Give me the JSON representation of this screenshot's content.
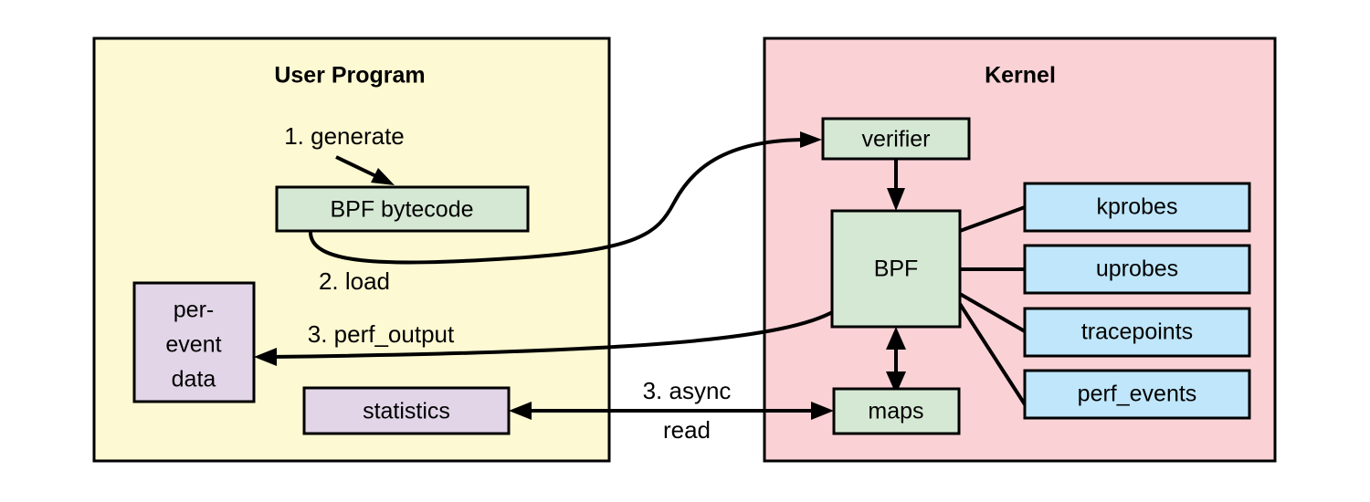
{
  "diagram": {
    "title_user": "User Program",
    "title_kernel": "Kernel",
    "colors": {
      "user_panel_fill": "#fdf9d2",
      "kernel_panel_fill": "#fad2d6",
      "green_node_fill": "#d5e8d4",
      "purple_node_fill": "#e1d5e7",
      "blue_node_fill": "#bfe6fa",
      "stroke": "#000000",
      "text": "#000000",
      "background": "#ffffff"
    },
    "panels": [
      {
        "id": "user-program",
        "label": "User Program",
        "fill": "#fdf9d2"
      },
      {
        "id": "kernel",
        "label": "Kernel",
        "fill": "#fad2d6"
      }
    ],
    "nodes": [
      {
        "id": "bpf-bytecode",
        "label": "BPF bytecode",
        "group": "user",
        "fill": "#d5e8d4"
      },
      {
        "id": "per-event-data",
        "label": "per-\nevent\ndata",
        "lines": [
          "per-",
          "event",
          "data"
        ],
        "group": "user",
        "fill": "#e1d5e7"
      },
      {
        "id": "statistics",
        "label": "statistics",
        "group": "user",
        "fill": "#e1d5e7"
      },
      {
        "id": "verifier",
        "label": "verifier",
        "group": "kernel",
        "fill": "#d5e8d4"
      },
      {
        "id": "bpf",
        "label": "BPF",
        "group": "kernel",
        "fill": "#d5e8d4"
      },
      {
        "id": "maps",
        "label": "maps",
        "group": "kernel",
        "fill": "#d5e8d4"
      },
      {
        "id": "kprobes",
        "label": "kprobes",
        "group": "kernel",
        "fill": "#bfe6fa"
      },
      {
        "id": "uprobes",
        "label": "uprobes",
        "group": "kernel",
        "fill": "#bfe6fa"
      },
      {
        "id": "tracepoints",
        "label": "tracepoints",
        "group": "kernel",
        "fill": "#bfe6fa"
      },
      {
        "id": "perf-events",
        "label": "perf_events",
        "group": "kernel",
        "fill": "#bfe6fa"
      }
    ],
    "edge_labels": {
      "generate": "1. generate",
      "load": "2. load",
      "perf_output": "3. perf_output",
      "async_line1": "3. async",
      "async_line2": "read"
    },
    "edges": [
      {
        "id": "generate-to-bytecode",
        "label": "1. generate",
        "from": "annotation",
        "to": "bpf-bytecode",
        "arrow": "single"
      },
      {
        "id": "bytecode-to-verifier",
        "label": "2. load",
        "from": "bpf-bytecode",
        "to": "verifier",
        "arrow": "single"
      },
      {
        "id": "verifier-to-bpf",
        "label": "",
        "from": "verifier",
        "to": "bpf",
        "arrow": "single"
      },
      {
        "id": "bpf-to-per-event-data",
        "label": "3. perf_output",
        "from": "bpf",
        "to": "per-event-data",
        "arrow": "single"
      },
      {
        "id": "maps-to-statistics",
        "label": "3. async read",
        "from": "maps",
        "to": "statistics",
        "arrow": "single"
      },
      {
        "id": "bpf-maps",
        "label": "",
        "from": "bpf",
        "to": "maps",
        "arrow": "double"
      },
      {
        "id": "bpf-kprobes",
        "label": "",
        "from": "bpf",
        "to": "kprobes",
        "arrow": "none"
      },
      {
        "id": "bpf-uprobes",
        "label": "",
        "from": "bpf",
        "to": "uprobes",
        "arrow": "none"
      },
      {
        "id": "bpf-tracepoints",
        "label": "",
        "from": "bpf",
        "to": "tracepoints",
        "arrow": "none"
      },
      {
        "id": "bpf-perf-events",
        "label": "",
        "from": "bpf",
        "to": "perf-events",
        "arrow": "none"
      }
    ]
  }
}
